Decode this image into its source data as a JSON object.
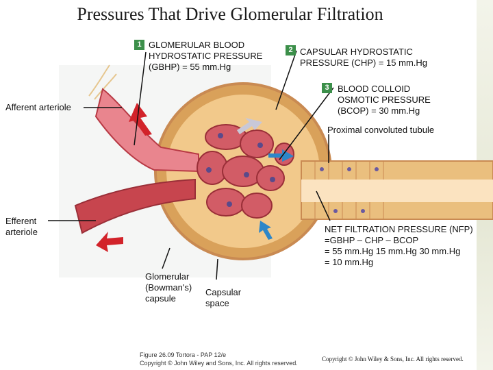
{
  "title": "Pressures That Drive Glomerular Filtration",
  "labels": {
    "gbhp_number": "1",
    "gbhp_lines": [
      "GLOMERULAR BLOOD",
      "HYDROSTATIC PRESSURE",
      "(GBHP) = 55 mm.Hg"
    ],
    "chp_number": "2",
    "chp_lines": [
      "CAPSULAR HYDROSTATIC",
      "PRESSURE (CHP) = 15 mm.Hg"
    ],
    "bcop_number": "3",
    "bcop_lines": [
      "BLOOD COLLOID",
      "OSMOTIC PRESSURE",
      "(BCOP) = 30 mm.Hg"
    ],
    "afferent": "Afferent arteriole",
    "proximal": "Proximal convoluted tubule",
    "efferent_lines": [
      "Efferent",
      "arteriole"
    ],
    "nfp_lines": [
      "NET FILTRATION PRESSURE (NFP)",
      "=GBHP – CHP – BCOP",
      "= 55 mm.Hg 15 mm.Hg 30 mm.Hg",
      "= 10 mm.Hg"
    ],
    "glomerular_lines": [
      "Glomerular",
      "(Bowman's)",
      "capsule"
    ],
    "capsular_space_lines": [
      "Capsular",
      "space"
    ]
  },
  "caption_lines": [
    "Figure 26.09 Tortora - PAP 12/e",
    "Copyright © John Wiley and Sons, Inc. All rights reserved."
  ],
  "copyright": "Copyright © John Wiley & Sons, Inc. All rights reserved.",
  "colors": {
    "capsule_fill": "#d9a15a",
    "capsule_edge": "#c98a52",
    "inner_fill": "#f2c98b",
    "vessel_red": "#c7454e",
    "vessel_light": "#e9858e",
    "arrow_red": "#d2232a",
    "arrow_blue": "#2c86c9",
    "arrow_gray": "#c8c8d8",
    "number_badge": "#3c8f4a"
  }
}
